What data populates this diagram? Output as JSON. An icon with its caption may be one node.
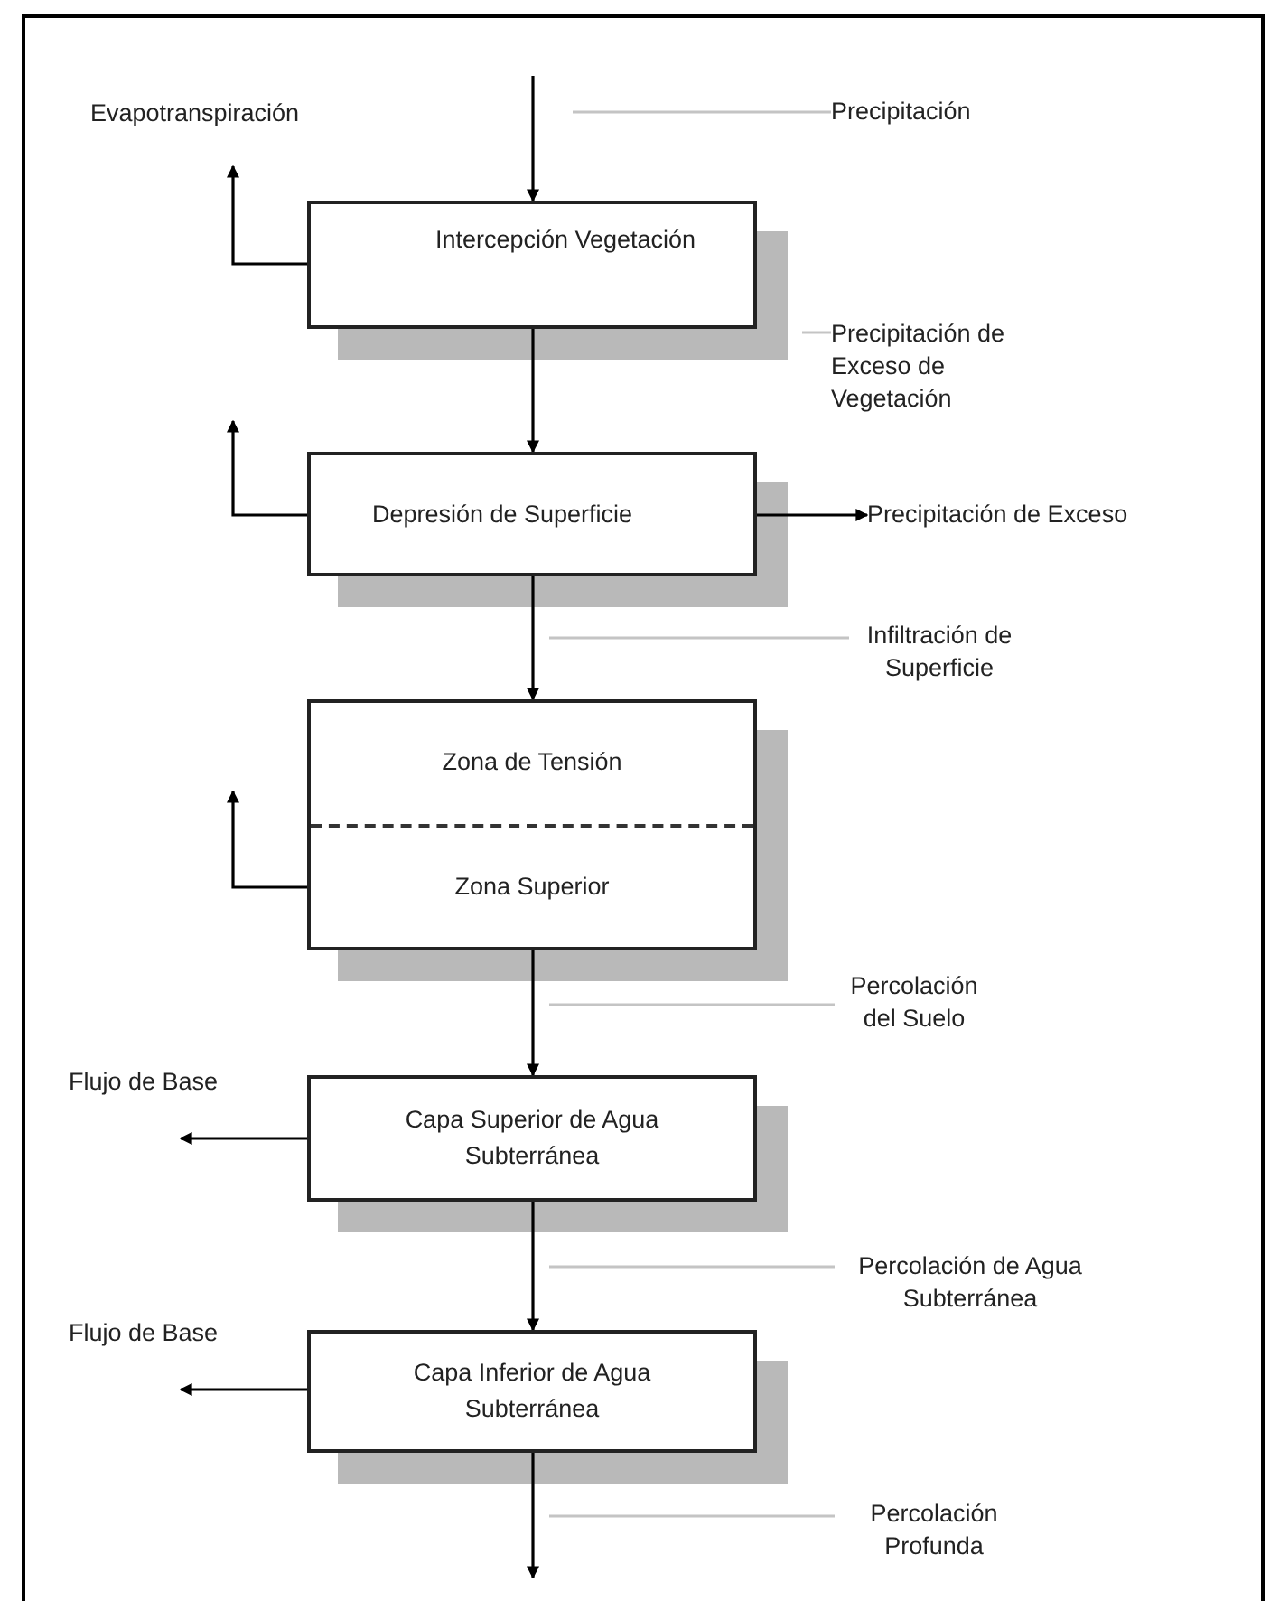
{
  "diagram": {
    "nodes": [
      {
        "text": [
          "Precipitación"
        ]
      },
      {
        "text": [
          "Intercepción Vegetación"
        ]
      },
      {
        "text": [
          "Precipitación de Exceso de Vegetación"
        ]
      },
      {
        "text": [
          "Depresión de Superficie"
        ]
      },
      {
        "text": [
          "Precipitación de Exceso"
        ]
      },
      {
        "text": [
          "Infiltración de Superficie"
        ]
      },
      {
        "text": [
          "Zona de Tensión",
          "Zona Superior"
        ]
      },
      {
        "text": [
          "Percolación del Suelo"
        ]
      },
      {
        "text": [
          "Capa Superior de Agua Subterránea"
        ]
      },
      {
        "text": [
          "Percolación de Agua Subterránea"
        ]
      },
      {
        "text": [
          "Capa Inferior de Agua Subterránea"
        ]
      },
      {
        "text": [
          "Percolación Profunda"
        ]
      }
    ],
    "edges": [
      {
        "from": null,
        "to": 1,
        "arrow": "to"
      },
      {
        "from": 1,
        "to": 3,
        "arrow": "to"
      },
      {
        "from": 3,
        "to": 6,
        "arrow": "to"
      },
      {
        "from": 6,
        "to": 8,
        "arrow": "to"
      },
      {
        "from": 8,
        "to": 10,
        "arrow": "to"
      },
      {
        "from": 10,
        "to": null,
        "arrow": "to"
      },
      {
        "from": 1,
        "to": null,
        "arrow": "to"
      },
      {
        "from": 3,
        "to": null,
        "arrow": "to"
      },
      {
        "from": 6,
        "to": null,
        "arrow": "to"
      },
      {
        "from": 3,
        "to": 4,
        "arrow": "to"
      },
      {
        "from": 8,
        "to": null,
        "arrow": "to"
      },
      {
        "from": 10,
        "to": null,
        "arrow": "to"
      },
      {
        "from": 0,
        "to": null,
        "arrow": "none",
        "color": "#c4c4c4"
      },
      {
        "from": 2,
        "to": null,
        "arrow": "none",
        "color": "#c4c4c4"
      },
      {
        "from": 5,
        "to": null,
        "arrow": "none",
        "color": "#c4c4c4"
      },
      {
        "from": 7,
        "to": null,
        "arrow": "none",
        "color": "#c4c4c4"
      },
      {
        "from": 9,
        "to": null,
        "arrow": "none",
        "color": "#c4c4c4"
      },
      {
        "from": 11,
        "to": null,
        "arrow": "none",
        "color": "#c4c4c4"
      }
    ],
    "labels": [
      "Evapotranspiración",
      "Flujo de Base",
      "Flujo de Base"
    ]
  }
}
